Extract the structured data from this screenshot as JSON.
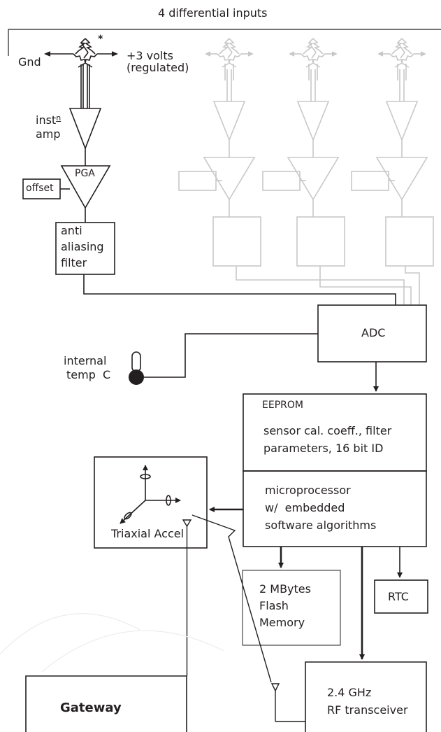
{
  "diagram": {
    "title": "4 differential inputs",
    "bridge": {
      "gnd": "Gnd",
      "supply_line1": "+3 volts",
      "supply_line2": "(regulated)",
      "asterisk": "*"
    },
    "inst_amp": {
      "line1": "inst",
      "line1_sup": "n",
      "line2": "amp"
    },
    "pga": "PGA",
    "offset": "offset",
    "filter": {
      "line1": "anti",
      "line2": "aliasing",
      "line3": "filter"
    },
    "adc": "ADC",
    "temp": {
      "line1": "internal",
      "line2": "temp  C"
    },
    "eeprom": {
      "title": "EEPROM",
      "line1": "sensor cal. coeff., filter",
      "line2": "parameters, 16 bit ID"
    },
    "microprocessor": {
      "line1": "microprocessor",
      "line2": "w/  embedded",
      "line3": "software algorithms"
    },
    "accel": "Triaxial Accel",
    "flash": {
      "line1": "2 MBytes",
      "line2": "Flash",
      "line3": "Memory"
    },
    "rtc": "RTC",
    "rf": {
      "line1": "2.4 GHz",
      "line2": "RF transceiver"
    },
    "gateway": "Gateway",
    "colors": {
      "ink": "#231f20",
      "faded": "#c8c8c8"
    }
  }
}
